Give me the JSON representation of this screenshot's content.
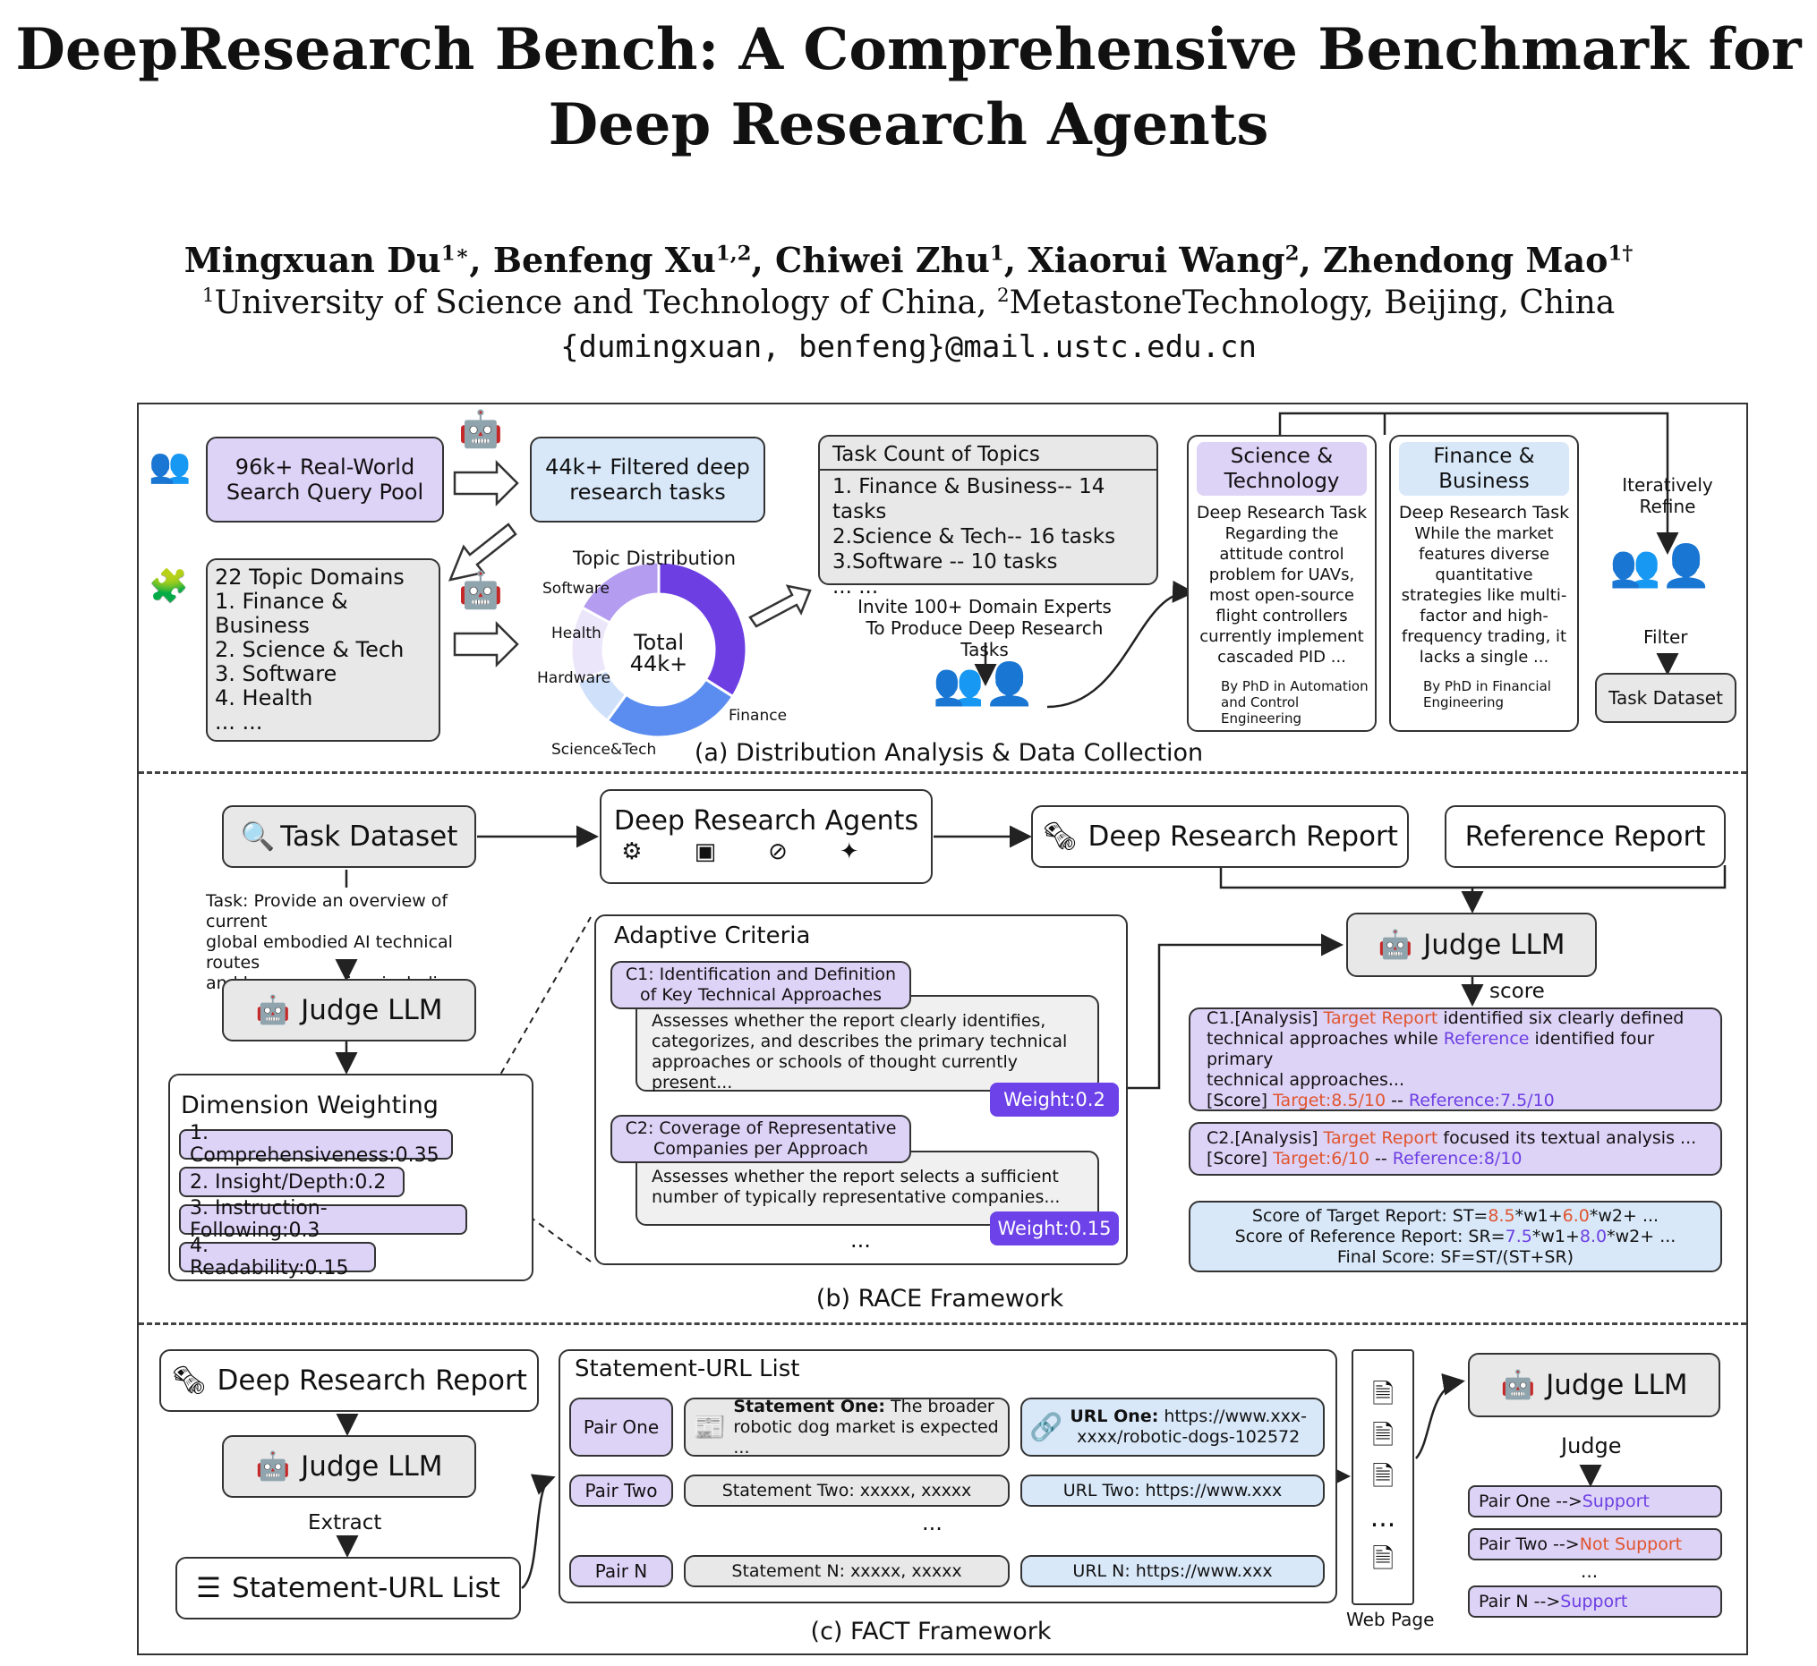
{
  "paper": {
    "title_line1": "DeepResearch Bench: A Comprehensive Benchmark for",
    "title_line2": "Deep Research Agents",
    "authors": [
      {
        "name": "Mingxuan Du",
        "sup": "1∗"
      },
      {
        "name": "Benfeng Xu",
        "sup": "1,2"
      },
      {
        "name": "Chiwei Zhu",
        "sup": "1"
      },
      {
        "name": "Xiaorui Wang",
        "sup": "2"
      },
      {
        "name": "Zhendong Mao",
        "sup": "1†"
      }
    ],
    "affil1_sup": "1",
    "affil1": "University of Science and Technology of China, ",
    "affil2_sup": "2",
    "affil2": "MetastoneTechnology, Beijing, China",
    "email": "{dumingxuan, benfeng}@mail.ustc.edu.cn"
  },
  "section_a": {
    "caption": "(a) Distribution Analysis & Data Collection",
    "query_pool": [
      "96k+ Real-World",
      "Search Query Pool"
    ],
    "filtered": [
      "44k+ Filtered deep",
      "research tasks"
    ],
    "domains": [
      "22 Topic Domains",
      "1. Finance & Business",
      "2. Science & Tech",
      "3. Software",
      "4. Health",
      "... ..."
    ],
    "topic_title": "Topic Distribution",
    "donut_center": [
      "Total",
      "44k+"
    ],
    "count_title": "Task Count of Topics",
    "count_lines": [
      "1. Finance & Business-- 14 tasks",
      "2.Science & Tech-- 16 tasks",
      "3.Software -- 10 tasks",
      "... ..."
    ],
    "invite": [
      "Invite 100+ Domain Experts",
      "To Produce Deep Research Tasks"
    ],
    "card1_title": [
      "Science &",
      "Technology"
    ],
    "card1_body": [
      "Deep Research Task",
      "Regarding the",
      "attitude control",
      "problem for UAVs,",
      "most open-source",
      "flight controllers",
      "currently implement",
      "cascaded PID ..."
    ],
    "card1_by": [
      "By PhD in Automation",
      "and Control Engineering"
    ],
    "card2_title": [
      "Finance &",
      "Business"
    ],
    "card2_body": [
      "Deep Research Task",
      "While the market",
      "features diverse",
      "quantitative",
      "strategies like multi-",
      "factor and high-",
      "frequency trading, it",
      "lacks a single ..."
    ],
    "card2_by": [
      "By PhD in Financial",
      "Engineering"
    ],
    "refine": [
      "Iteratively",
      "Refine"
    ],
    "filter": "Filter",
    "task_dataset": "Task Dataset"
  },
  "section_b": {
    "caption": "(b) RACE Framework",
    "task_dataset": "Task Dataset",
    "agents": "Deep Research Agents",
    "dr_report": "Deep Research Report",
    "ref_report": "Reference Report",
    "task_text": [
      "Task: Provide an overview of current",
      "global embodied AI technical routes",
      "and key companies, including..."
    ],
    "judge_left": "Judge LLM",
    "judge_right": "Judge LLM",
    "score": "score",
    "dim_title": "Dimension Weighting",
    "dims": [
      "1. Comprehensiveness:0.35",
      "2. Insight/Depth:0.2",
      "3. Instruction-Following:0.3",
      "4. Readability:0.15"
    ],
    "criteria_title": "Adaptive Criteria",
    "c1_title": [
      "C1: Identification and Definition",
      "of Key Technical Approaches"
    ],
    "c1_body": [
      "Assesses whether the report clearly identifies,",
      "categorizes, and describes the primary technical",
      "approaches or schools of thought currently present..."
    ],
    "c1_weight": "Weight:0.2",
    "c2_title": [
      "C2: Coverage of Representative",
      "Companies per Approach"
    ],
    "c2_body": [
      "Assesses whether the report selects a sufficient",
      "number of typically representative companies..."
    ],
    "c2_weight": "Weight:0.15",
    "ellipsis": "...",
    "res1": {
      "l1a": "C1.[Analysis] ",
      "l1b": "Target Report",
      "l1c": " identified six clearly defined",
      "l2a": "technical approaches while ",
      "l2b": "Reference",
      "l2c": " identified four primary",
      "l3": "technical approaches...",
      "l4a": "[Score] ",
      "l4b": "Target:8.5/10",
      "l4c": " -- ",
      "l4d": "Reference:7.5/10"
    },
    "res2": {
      "l1a": "C2.[Analysis] ",
      "l1b": "Target Report",
      "l1c": " focused its textual analysis ...",
      "l2a": "[Score] ",
      "l2b": "Target:6/10",
      "l2c": " -- ",
      "l2d": "Reference:8/10"
    },
    "final": {
      "l1a": "Score of Target Report: ST=",
      "l1b": "8.5",
      "l1c": "*w1+",
      "l1d": "6.0",
      "l1e": "*w2+ ...",
      "l2a": "Score of Reference Report: SR=",
      "l2b": "7.5",
      "l2c": "*w1+",
      "l2d": "8.0",
      "l2e": "*w2+ ...",
      "l3": "Final Score: SF=ST/(ST+SR)"
    }
  },
  "section_c": {
    "caption": "(c) FACT Framework",
    "dr_report": "Deep Research Report",
    "judge_left": "Judge LLM",
    "extract": "Extract",
    "list_left": "Statement-URL List",
    "list_title": "Statement-URL List",
    "pair1": "Pair One",
    "stmt1a": "Statement One:",
    "stmt1b": " The broader",
    "stmt1c": "robotic dog market is expected ...",
    "url1a": "URL One:",
    "url1b": " https://www.xxx-",
    "url1c": "xxxx/robotic-dogs-102572",
    "pair2": "Pair Two",
    "stmt2": "Statement Two: xxxxx, xxxxx",
    "url2": "URL Two: https://www.xxx",
    "pairN": "Pair N",
    "stmtN": "Statement N: xxxxx, xxxxx",
    "urlN": "URL N: https://www.xxx",
    "ellipsis": "...",
    "web_page": "Web Page",
    "judge_right": "Judge LLM",
    "judge": "Judge",
    "out1a": "Pair One --> ",
    "out1b": "Support",
    "out2a": "Pair Two --> ",
    "out2b": "Not Support",
    "outNa": "Pair N --> ",
    "outNb": "Support"
  },
  "chart_data": {
    "type": "pie",
    "title": "Topic Distribution",
    "categories": [
      "Finance",
      "Science&Tech",
      "Hardware",
      "Health",
      "Software"
    ],
    "values": [
      34,
      26,
      9,
      14,
      17
    ],
    "colors": [
      "#6d3fe3",
      "#5b8df0",
      "#cfe0fb",
      "#ece6fb",
      "#b49cf0"
    ],
    "center_label": [
      "Total",
      "44k+"
    ]
  }
}
